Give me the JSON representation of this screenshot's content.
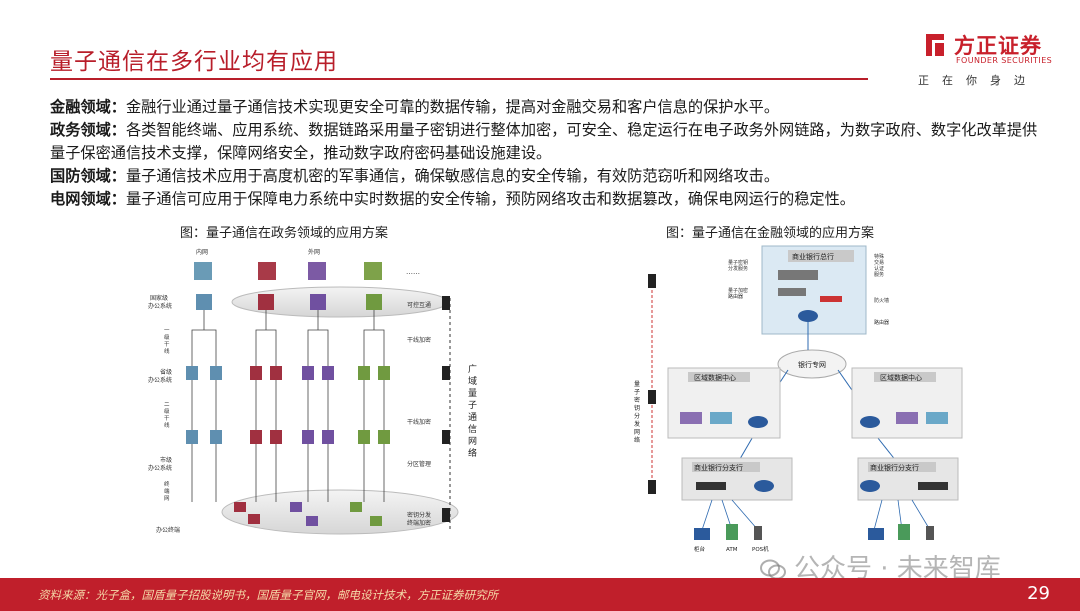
{
  "slide": {
    "title": "量子通信在多行业均有应用",
    "page_number": "29"
  },
  "logo": {
    "cn": "方正证券",
    "en": "FOUNDER SECURITIES",
    "slogan": "正在你身边"
  },
  "paragraphs": [
    {
      "label": "金融领域：",
      "text": "金融行业通过量子通信技术实现更安全可靠的数据传输，提高对金融交易和客户信息的保护水平。"
    },
    {
      "label": "政务领域：",
      "text": "各类智能终端、应用系统、数据链路采用量子密钥进行整体加密，可安全、稳定运行在电子政务外网链路，为数字政府、数字化改革提供量子保密通信技术支撑，保障网络安全，推动数字政府密码基础设施建设。"
    },
    {
      "label": "国防领域：",
      "text": "量子通信技术应用于高度机密的军事通信，确保敏感信息的安全传输，有效防范窃听和网络攻击。"
    },
    {
      "label": "电网领域：",
      "text": "量子通信可应用于保障电力系统中实时数据的安全传输，预防网络攻击和数据篡改，确保电网运行的稳定性。"
    }
  ],
  "figure_left": {
    "caption": "图：量子通信在政务领域的应用方案",
    "labels": {
      "inner": "内网",
      "outer": "外网",
      "dots": "……",
      "national": [
        "国家级",
        "办公系统"
      ],
      "trunk1": [
        "一",
        "级",
        "干",
        "线"
      ],
      "provincial": [
        "省级",
        "办公系统"
      ],
      "trunk2": [
        "二",
        "级",
        "干",
        "线"
      ],
      "city": [
        "市级",
        "办公系统"
      ],
      "terminal_line": [
        "终",
        "端",
        "网"
      ],
      "office_terminal": "办公终端",
      "controlled": "可控互通",
      "trunk_enc1": "干线加密",
      "trunk_enc2": "干线加密",
      "branch_mgmt": "分区管理",
      "key_dist": [
        "密钥分发",
        "终端加密"
      ],
      "wide_area": [
        "广",
        "域",
        "量",
        "子",
        "通",
        "信",
        "网",
        "络"
      ]
    }
  },
  "figure_right": {
    "caption": "图：量子通信在金融领域的应用方案",
    "labels": {
      "hq": "商业银行总行",
      "key_mgmt": [
        "量子密钥",
        "分发服务"
      ],
      "encryptor": [
        "量子加密",
        "路由器"
      ],
      "special_services": [
        "特殊",
        "交易",
        "认证",
        "服务"
      ],
      "firewall": "防火墙",
      "router": "路由器",
      "private_net": "银行专网",
      "dc_left": "区域数据中心",
      "dc_right": "区域数据中心",
      "branch_left": "商业银行分支行",
      "branch_right": "商业银行分支行",
      "key_dist_net": [
        "量",
        "子",
        "密",
        "钥",
        "分",
        "发",
        "网",
        "络"
      ],
      "counter": "柜台",
      "atm": "ATM",
      "pos": "POS机"
    }
  },
  "source_text": "资料来源：光子盒，国盾量子招股说明书，国盾量子官网，邮电设计技术，方正证券研究所",
  "watermark": "公众号 · 未来智库",
  "colors": {
    "brand_red": "#c01f2b",
    "title_red": "#b81e2a",
    "source_text": "#f5d9a8"
  }
}
